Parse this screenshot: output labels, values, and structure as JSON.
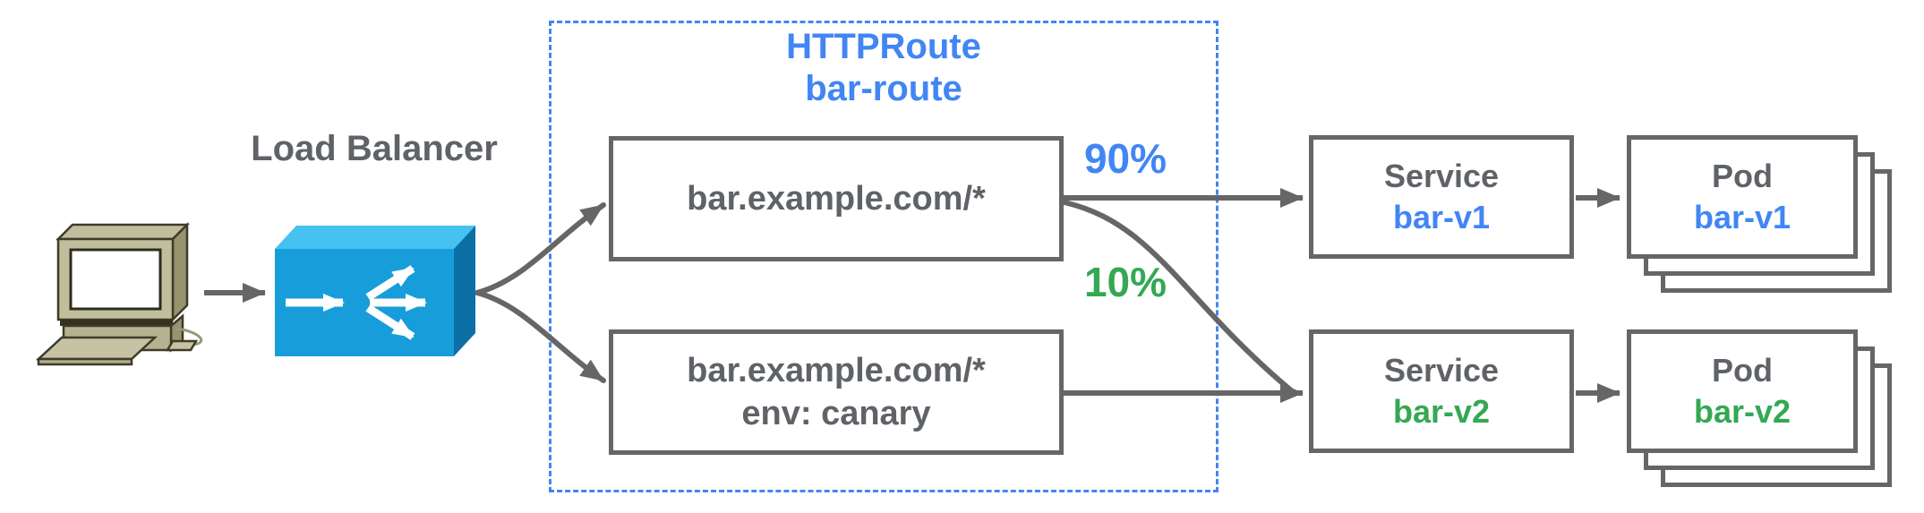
{
  "colors": {
    "blue": "#4285f4",
    "green": "#34a853",
    "text_gray": "#5f6368",
    "line_gray": "#666666",
    "lb_front": "#189ddb",
    "lb_top": "#45c2f2",
    "lb_side": "#0c6fa6",
    "computer_body": "#c1be9d"
  },
  "client": {
    "icon": "desktop-computer-icon"
  },
  "load_balancer": {
    "label": "Load Balancer",
    "icon": "load-balancer-icon"
  },
  "http_route": {
    "name_line1": "HTTPRoute",
    "name_line2": "bar-route",
    "rules": [
      {
        "match": "bar.example.com/*",
        "weight": "90%",
        "weight_color": "#4285f4"
      },
      {
        "match": "bar.example.com/*",
        "header_match": "env: canary",
        "weight": "10%",
        "weight_color": "#34a853"
      }
    ]
  },
  "services": [
    {
      "kind": "Service",
      "name": "bar-v1",
      "color": "#4285f4"
    },
    {
      "kind": "Service",
      "name": "bar-v2",
      "color": "#34a853"
    }
  ],
  "pods": [
    {
      "kind": "Pod",
      "name": "bar-v1",
      "color": "#4285f4"
    },
    {
      "kind": "Pod",
      "name": "bar-v2",
      "color": "#34a853"
    }
  ]
}
